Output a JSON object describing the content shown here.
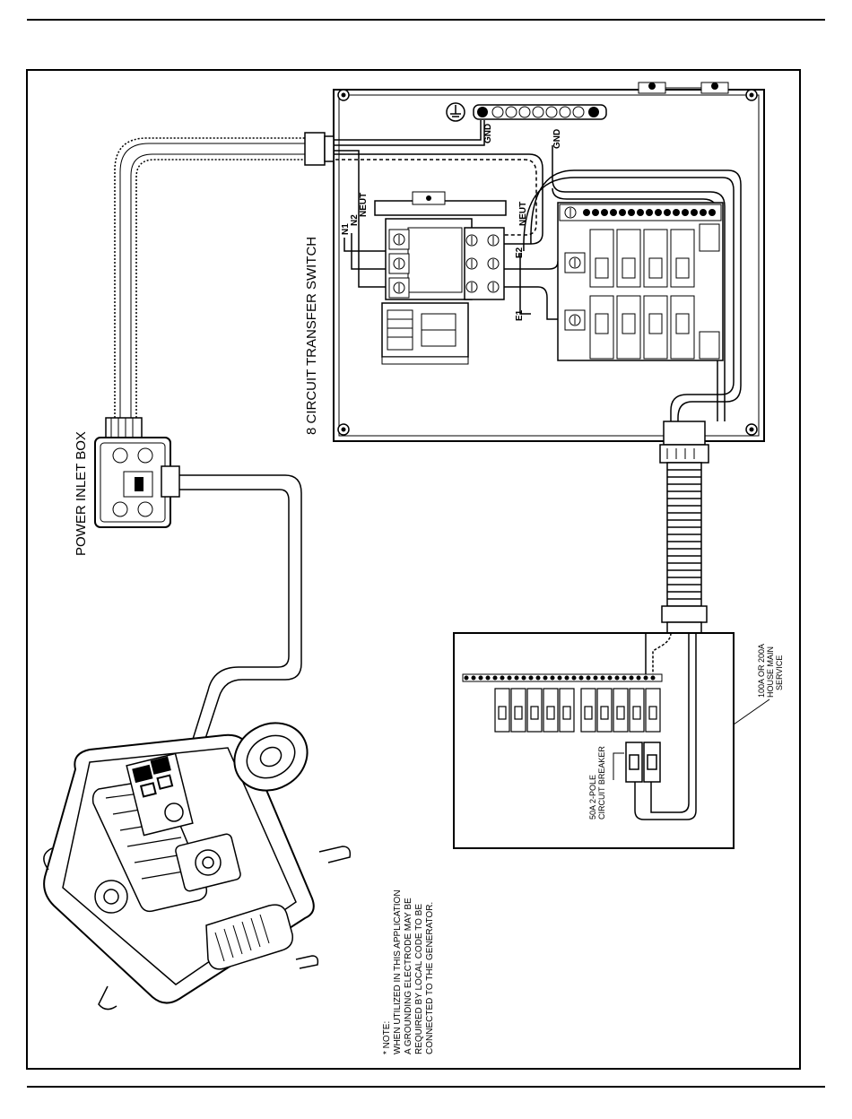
{
  "labels": {
    "transfer_switch": "8 CIRCUIT TRANSFER SWITCH",
    "power_inlet_box": "POWER INLET BOX",
    "house_service": [
      "100A OR 200A",
      "HOUSE MAIN",
      "SERVICE"
    ],
    "breaker": [
      "50A 2-POLE",
      "CIRCUIT BREAKER"
    ],
    "gnd_top": "GND",
    "gnd_side": "GND",
    "neut_left": "NEUT",
    "neut_right": "NEUT",
    "n1": "N1",
    "n2": "N2",
    "e1": "E1",
    "e2": "E2"
  },
  "note": [
    "* NOTE:",
    "WHEN UTILIZED IN THIS APPLICATION",
    "A GROUNDING ELECTRODE MAY BE",
    "REQUIRED BY LOCAL CODE TO BE",
    "CONNECTED TO THE GENERATOR."
  ]
}
